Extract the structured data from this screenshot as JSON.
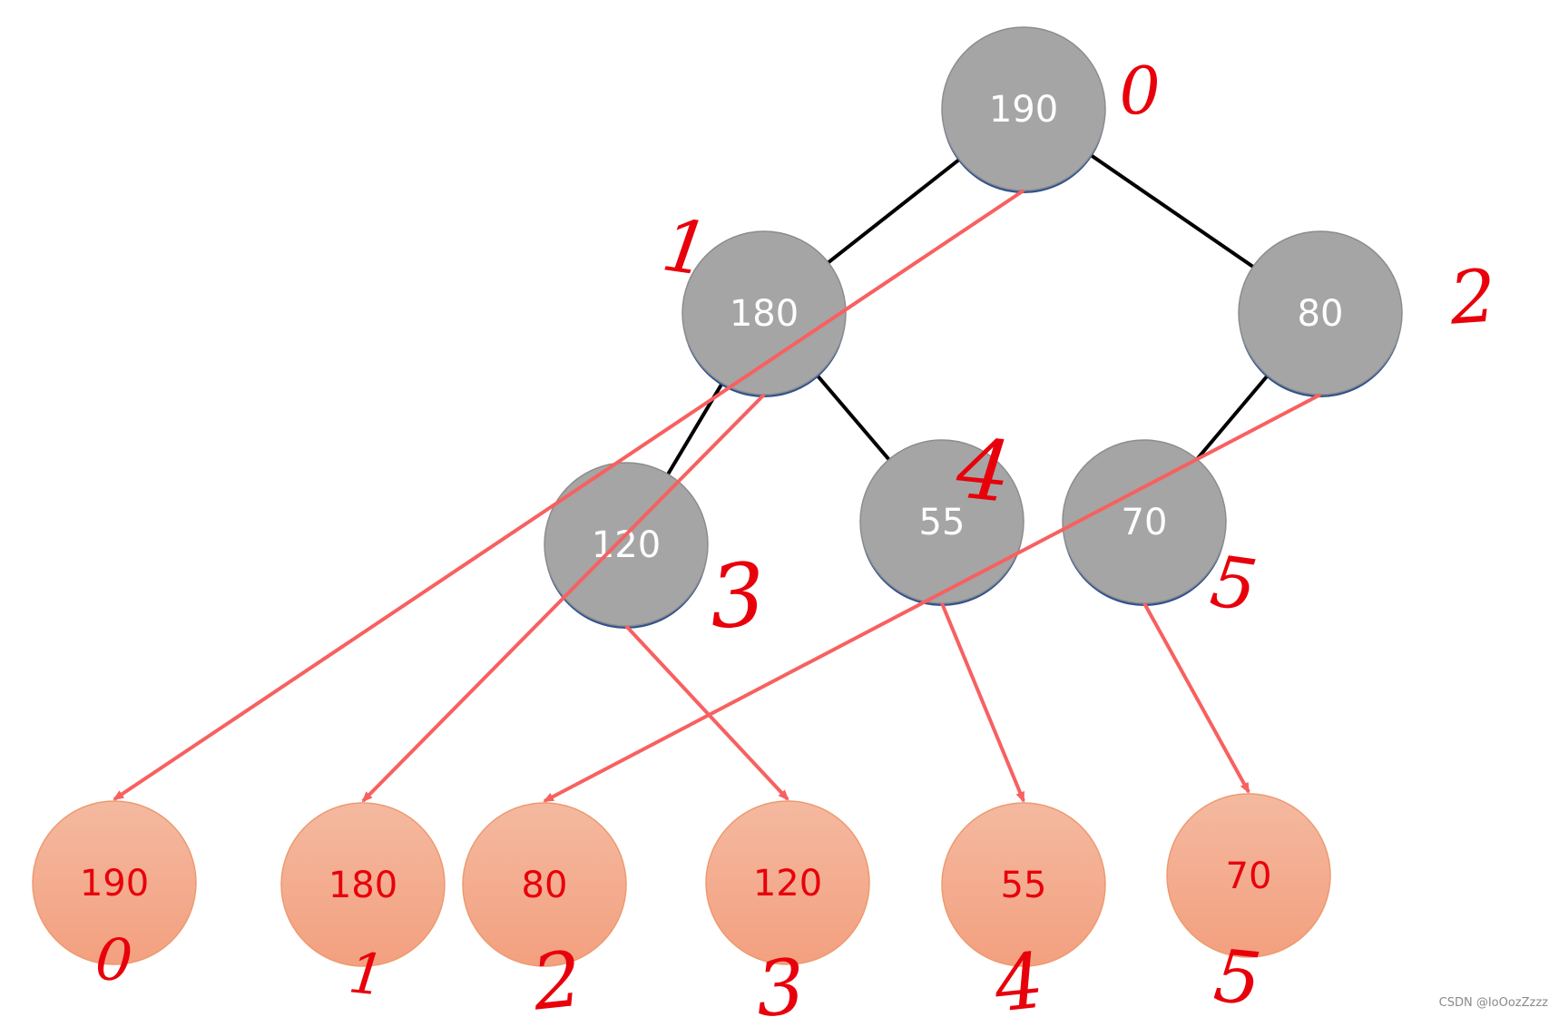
{
  "tree_nodes": [
    {
      "id": "n0",
      "value": "190",
      "index": "0"
    },
    {
      "id": "n1",
      "value": "180",
      "index": "1"
    },
    {
      "id": "n2",
      "value": "80",
      "index": "2"
    },
    {
      "id": "n3",
      "value": "120",
      "index": "3"
    },
    {
      "id": "n4",
      "value": "55",
      "index": "4"
    },
    {
      "id": "n5",
      "value": "70",
      "index": "5"
    }
  ],
  "tree_edges": [
    [
      "n0",
      "n1"
    ],
    [
      "n0",
      "n2"
    ],
    [
      "n1",
      "n3"
    ],
    [
      "n1",
      "n4"
    ],
    [
      "n2",
      "n5"
    ]
  ],
  "array_cells": [
    {
      "id": "a0",
      "value": "190",
      "index": "0"
    },
    {
      "id": "a1",
      "value": "180",
      "index": "1"
    },
    {
      "id": "a2",
      "value": "80",
      "index": "2"
    },
    {
      "id": "a3",
      "value": "120",
      "index": "3"
    },
    {
      "id": "a4",
      "value": "55",
      "index": "4"
    },
    {
      "id": "a5",
      "value": "70",
      "index": "5"
    }
  ],
  "mappings": [
    [
      "n0",
      "a0"
    ],
    [
      "n1",
      "a1"
    ],
    [
      "n2",
      "a2"
    ],
    [
      "n3",
      "a3"
    ],
    [
      "n4",
      "a4"
    ],
    [
      "n5",
      "a5"
    ]
  ],
  "colors": {
    "tree_fill": "#a5a5a5",
    "tree_stroke": "#2f528f",
    "array_fill_top": "#f4b9a0",
    "array_fill_bottom": "#f3a07f",
    "array_stroke": "#ed9a6e",
    "edge": "#000000",
    "arrow": "#f86060",
    "handwriting": "#e8000b"
  },
  "watermark": "CSDN @IoOozZzzz"
}
